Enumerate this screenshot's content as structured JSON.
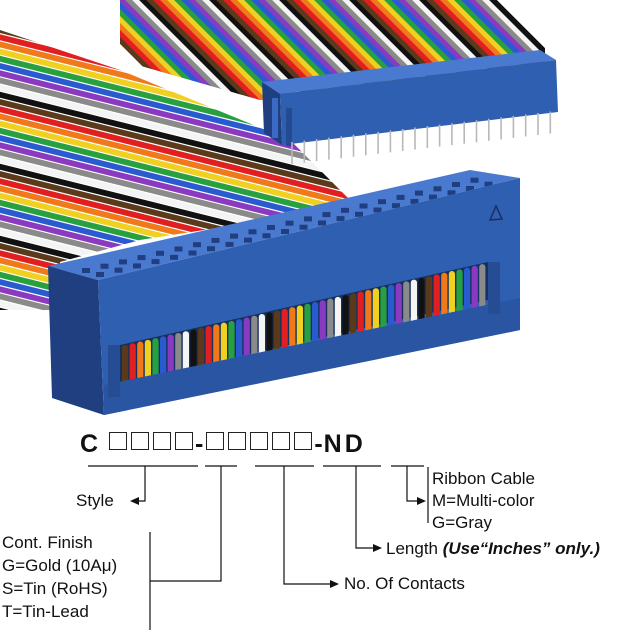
{
  "colors": {
    "connector_blue": "#2f5fb0",
    "connector_blue_dark": "#1f3f80",
    "connector_blue_light": "#4a7ad0",
    "pin_silver": "#b8b8b8",
    "ribbon_stripes": [
      "#5a3a1a",
      "#e02020",
      "#f07a1a",
      "#f0d020",
      "#28a040",
      "#2a5ad0",
      "#8a3ac0",
      "#8a8a8a",
      "#f4f4f4",
      "#111111"
    ]
  },
  "part_number": {
    "prefix": "C",
    "group1_count": 4,
    "separator1": "-",
    "group2_count": 5,
    "separator2": "-",
    "suffix": "ND"
  },
  "labels": {
    "style": "Style",
    "finish": {
      "title": "Cont. Finish",
      "opt1": "G=Gold (10Aμ)",
      "opt2": "S=Tin (RoHS)",
      "opt3": "T=Tin-Lead"
    },
    "contacts": "No. Of Contacts",
    "length": "Length",
    "length_note": "(Use“Inches” only.)",
    "ribbon": {
      "title": "Ribbon Cable",
      "opt1": "M=Multi-color",
      "opt2": "G=Gray"
    }
  },
  "icons": [
    "polarization-triangle-icon"
  ]
}
